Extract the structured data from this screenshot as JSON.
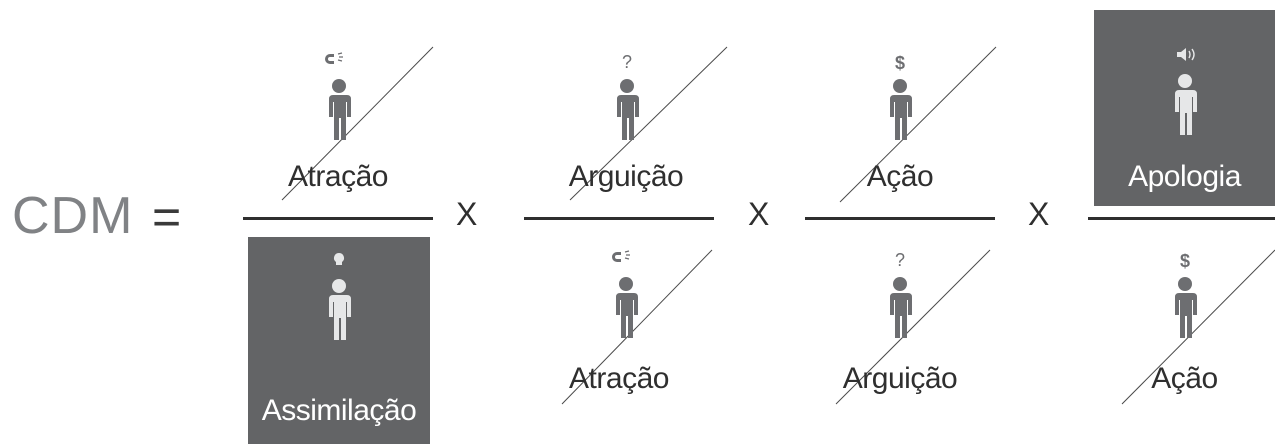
{
  "formula": {
    "lhs": "CDM",
    "equals": "=",
    "operator": "X"
  },
  "fractions": [
    {
      "numerator": {
        "label": "Atração",
        "icon": "magnet-icon",
        "highlighted": false
      },
      "denominator": {
        "label": "Assimilação",
        "icon": "lightbulb-icon",
        "highlighted": true
      }
    },
    {
      "numerator": {
        "label": "Arguição",
        "icon": "question-icon",
        "highlighted": false
      },
      "denominator": {
        "label": "Atração",
        "icon": "magnet-icon",
        "highlighted": false
      }
    },
    {
      "numerator": {
        "label": "Ação",
        "icon": "dollar-icon",
        "highlighted": false
      },
      "denominator": {
        "label": "Arguição",
        "icon": "question-icon",
        "highlighted": false
      }
    },
    {
      "numerator": {
        "label": "Apologia",
        "icon": "speaker-icon",
        "highlighted": true
      },
      "denominator": {
        "label": "Ação",
        "icon": "dollar-icon",
        "highlighted": false
      }
    }
  ],
  "colors": {
    "text": "#2f2f2f",
    "lhs": "#808285",
    "highlight_box": "#636466",
    "figure_dark": "#6d6e71",
    "figure_light": "#e6e7e8"
  }
}
